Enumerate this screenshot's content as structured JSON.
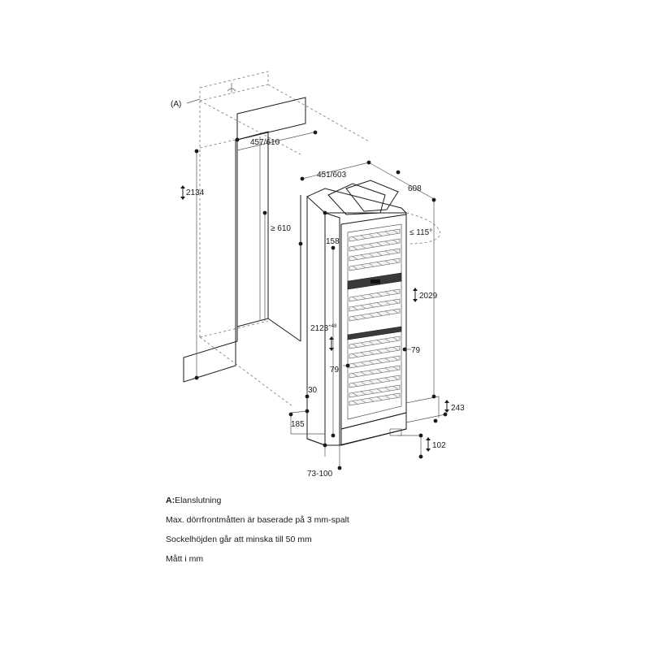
{
  "diagram": {
    "callout_a": "(A)",
    "dims": {
      "niche_depth": "457/610",
      "appliance_depth": "451/603",
      "door_swing_depth": "608",
      "niche_height": "2134",
      "min_clearance": "≥ 610",
      "door_angle": "≤ 115°",
      "top_offset": "158",
      "appliance_height": "2029",
      "niche_height_range": "2123",
      "niche_height_range_sup": "+48",
      "front_gap_right": "79",
      "front_gap_left": "79",
      "plinth_ventilation": "243",
      "kick_depth": "30",
      "plinth_height": "185",
      "foot_height": "102",
      "plinth_range": "73-100"
    }
  },
  "notes": {
    "label_a": "A:",
    "line1": "Elanslutning",
    "line2": "Max. dörrfrontmåtten är baserade på 3 mm-spalt",
    "line3": "Sockelhöjden går att minska till 50 mm",
    "line4": "Mått i mm"
  }
}
